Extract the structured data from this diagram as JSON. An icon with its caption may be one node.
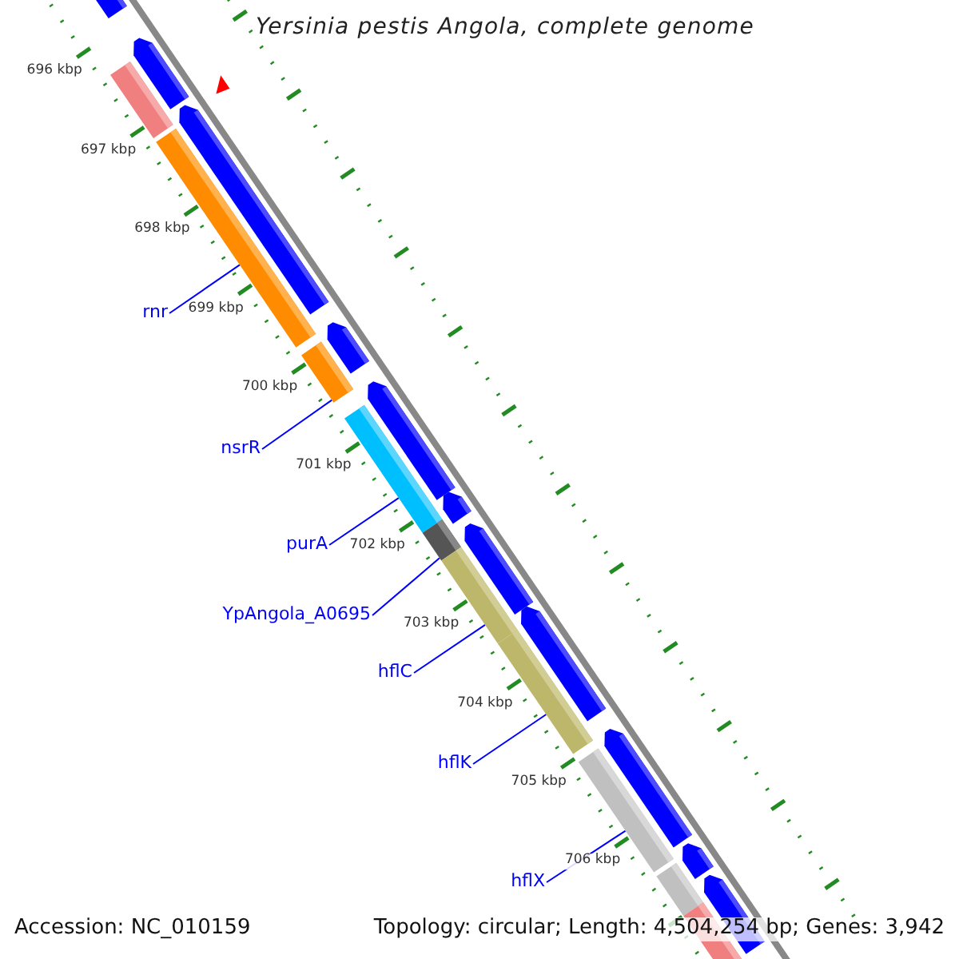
{
  "diagram": {
    "title": "Yersinia pestis Angola, complete genome",
    "nodes": [
      {
        "text": [
          "rnr"
        ]
      },
      {
        "text": [],
        "shape": "bar"
      },
      {
        "text": [
          "nsrR"
        ]
      },
      {
        "text": [],
        "shape": "bar"
      },
      {
        "text": [
          "purA"
        ]
      },
      {
        "text": [],
        "shape": "bar"
      },
      {
        "text": [
          "YpAngola_A0695"
        ]
      },
      {
        "text": [],
        "shape": "bar"
      },
      {
        "text": [
          "hflC"
        ]
      },
      {
        "text": [],
        "shape": "bar"
      },
      {
        "text": [
          "hflK"
        ]
      },
      {
        "text": [],
        "shape": "bar"
      },
      {
        "text": [
          "hflX"
        ]
      },
      {
        "text": [],
        "shape": "bar"
      }
    ],
    "edges": [
      {
        "from": 0,
        "to": 1,
        "arrow": "none"
      },
      {
        "from": 2,
        "to": 3,
        "arrow": "none"
      },
      {
        "from": 4,
        "to": 5,
        "arrow": "none"
      },
      {
        "from": 6,
        "to": 7,
        "arrow": "none"
      },
      {
        "from": 8,
        "to": 9,
        "arrow": "none"
      },
      {
        "from": 10,
        "to": 11,
        "arrow": "none"
      },
      {
        "from": 12,
        "to": 13,
        "arrow": "none"
      }
    ],
    "labels": [
      "696 kbp",
      "697 kbp",
      "698 kbp",
      "699 kbp",
      "700 kbp",
      "701 kbp",
      "702 kbp",
      "703 kbp",
      "704 kbp",
      "705 kbp",
      "706 kbp",
      "Accession: NC_010159",
      "Topology: circular; Length: 4,504,254 bp; Genes: 3,942"
    ]
  }
}
